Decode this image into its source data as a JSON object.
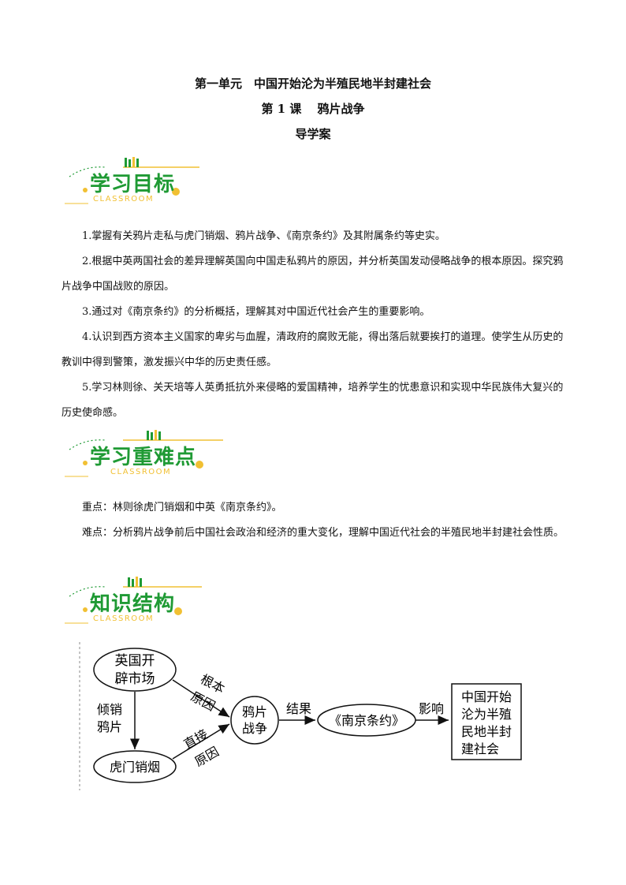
{
  "header": {
    "unit_title": "第一单元　中国开始沦为半殖民地半封建社会",
    "lesson_title": "第 1 课　 鸦片战争",
    "doc_type": "导学案"
  },
  "sections": {
    "goals": {
      "title": "学习目标",
      "subtitle": "CLASSROOM"
    },
    "key_points": {
      "title": "学习重难点",
      "subtitle": "CLASSROOM"
    },
    "structure": {
      "title": "知识结构",
      "subtitle": "CLASSROOM"
    }
  },
  "goals": [
    "1.掌握有关鸦片走私与虎门销烟、鸦片战争、《南京条约》及其附属条约等史实。",
    "2.根据中英两国社会的差异理解英国向中国走私鸦片的原因，并分析英国发动侵略战争的根本原因。探究鸦片战争中国战败的原因。",
    "3.通过对《南京条约》的分析概括，理解其对中国近代社会产生的重要影响。",
    "4.认识到西方资本主义国家的卑劣与血腥，清政府的腐败无能，得出落后就要挨打的道理。使学生从历史的教训中得到警策，激发振兴中华的历史责任感。",
    "5.学习林则徐、关天培等人英勇抵抗外来侵略的爱国精神，培养学生的忧患意识和实现中华民族伟大复兴的历史使命感。"
  ],
  "key_points": {
    "focus": "重点：林则徐虎门销烟和中英《南京条约》。",
    "difficulty": "难点：分析鸦片战争前后中国社会政治和经济的重大变化，理解中国近代社会的半殖民地半封建社会性质。"
  },
  "diagram": {
    "node_britain_1": "英国开",
    "node_britain_2": "辟市场",
    "node_humen": "虎门销烟",
    "node_war_1": "鸦片",
    "node_war_2": "战争",
    "node_treaty": "《南京条约》",
    "node_result_1": "中国开始",
    "node_result_2": "沦为半殖",
    "node_result_3": "民地半封",
    "node_result_4": "建社会",
    "label_dump_1": "倾销",
    "label_dump_2": "鸦片",
    "label_root_1": "根本",
    "label_root_2": "原因",
    "label_direct_1": "直接",
    "label_direct_2": "原因",
    "label_result": "结果",
    "label_impact": "影响"
  },
  "colors": {
    "accent_green": "#1f9a34",
    "accent_yellow": "#f1c033"
  }
}
